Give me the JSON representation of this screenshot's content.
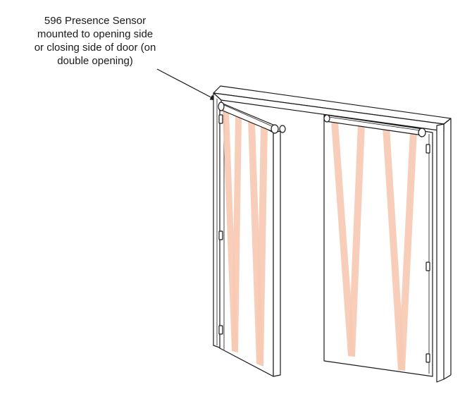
{
  "callout": {
    "lines": [
      "596 Presence Sensor",
      "mounted to opening side",
      "or closing side of door (on",
      "double opening)"
    ]
  },
  "colors": {
    "line": "#1a1a1a",
    "beam": "#f7c9b3",
    "background": "#ffffff"
  }
}
